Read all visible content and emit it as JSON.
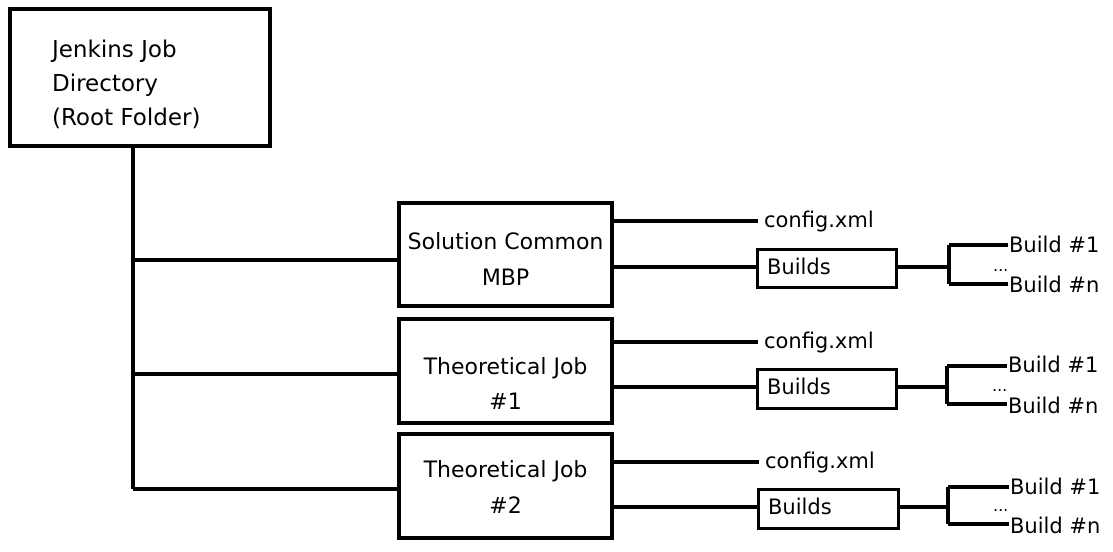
{
  "root": {
    "lines": [
      "Jenkins Job",
      "Directory",
      "(Root Folder)"
    ]
  },
  "jobs": [
    {
      "lines": [
        "Solution Common",
        "MBP"
      ],
      "config": "config.xml",
      "builds": "Builds",
      "build_first": "Build #1",
      "ellipsis": "...",
      "build_last": "Build #n"
    },
    {
      "lines": [
        "Theoretical Job",
        "#1"
      ],
      "config": "config.xml",
      "builds": "Builds",
      "build_first": "Build #1",
      "ellipsis": "...",
      "build_last": "Build #n"
    },
    {
      "lines": [
        "Theoretical Job",
        "#2"
      ],
      "config": "config.xml",
      "builds": "Builds",
      "build_first": "Build #1",
      "ellipsis": "...",
      "build_last": "Build #n"
    }
  ]
}
